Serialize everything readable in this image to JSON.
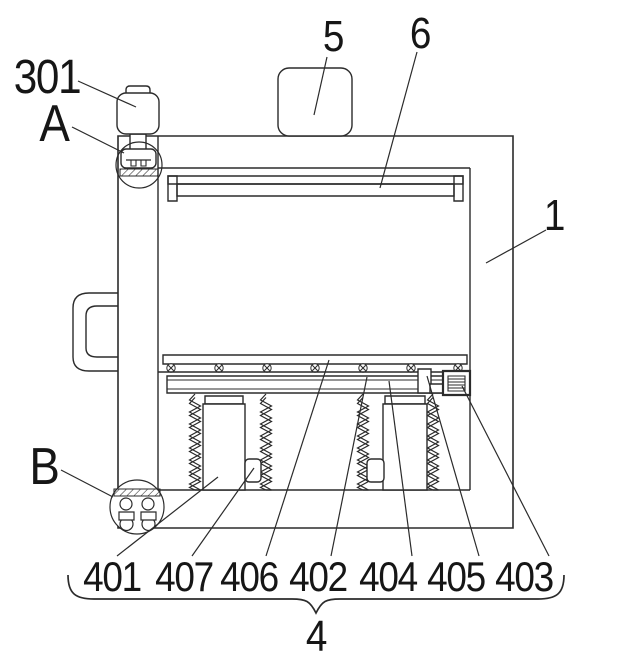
{
  "figure": {
    "background": "#ffffff",
    "line_color": "#2b2b2b",
    "labels": [
      {
        "id": "301",
        "text": "301"
      },
      {
        "id": "A",
        "text": "A"
      },
      {
        "id": "5",
        "text": "5"
      },
      {
        "id": "6",
        "text": "6"
      },
      {
        "id": "1",
        "text": "1"
      },
      {
        "id": "B",
        "text": "B"
      },
      {
        "id": "401",
        "text": "401"
      },
      {
        "id": "407",
        "text": "407"
      },
      {
        "id": "406",
        "text": "406"
      },
      {
        "id": "402",
        "text": "402"
      },
      {
        "id": "404",
        "text": "404"
      },
      {
        "id": "405",
        "text": "405"
      },
      {
        "id": "403",
        "text": "403"
      },
      {
        "id": "4",
        "text": "4"
      }
    ]
  }
}
